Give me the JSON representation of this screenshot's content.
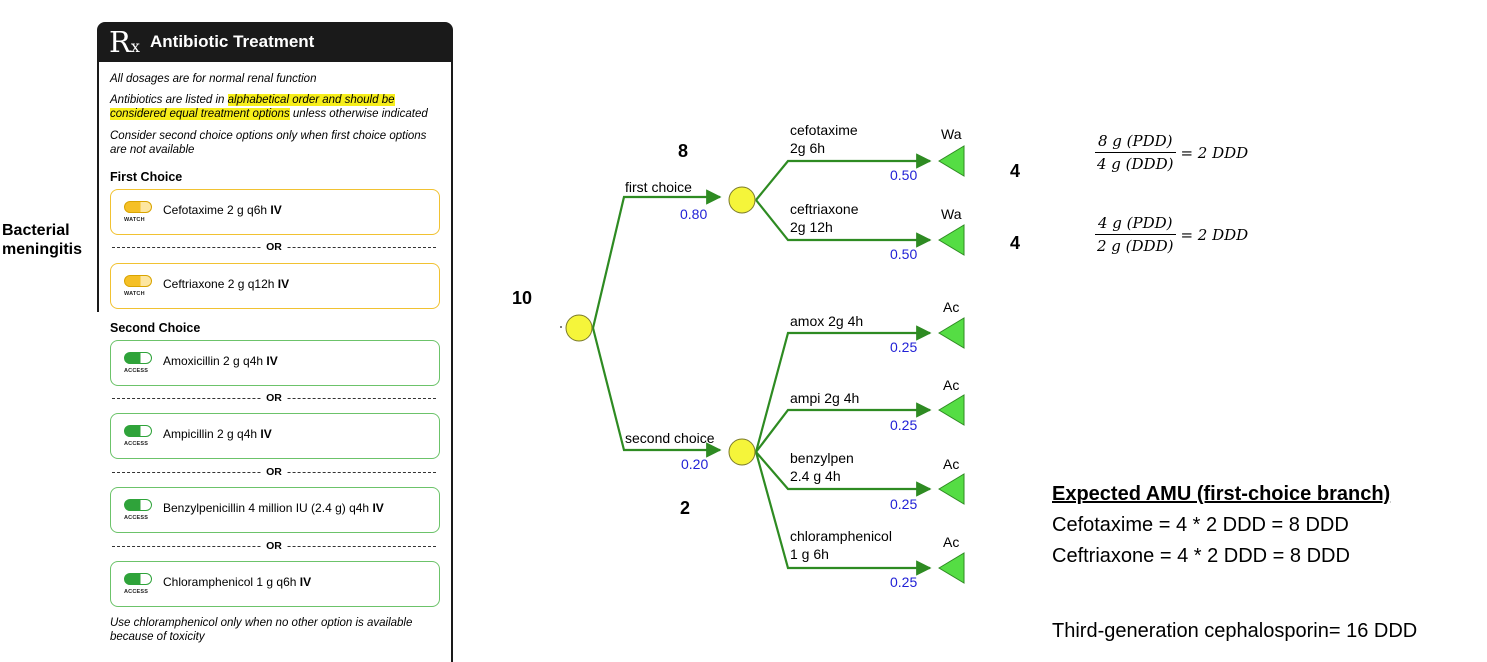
{
  "side_label": "Bacterial meningitis",
  "panel": {
    "rx_symbol": "R",
    "rx_sub": "x",
    "title": "Antibiotic Treatment",
    "note1": "All dosages are for normal renal function",
    "note2_pre": "Antibiotics are listed in ",
    "note2_hl": "alphabetical order and should be considered equal treatment options",
    "note2_post": " unless otherwise indicated",
    "note3": "Consider second choice options only when first choice options are not available",
    "first_choice_title": "First Choice",
    "second_choice_title": "Second Choice",
    "or_label": "OR",
    "watch_tag": "WATCH",
    "access_tag": "ACCESS",
    "iv": "IV",
    "first_choice": [
      {
        "name": "Cefotaxime 2 g q6h ",
        "category": "WATCH"
      },
      {
        "name": "Ceftriaxone 2 g q12h ",
        "category": "WATCH"
      }
    ],
    "second_choice": [
      {
        "name": "Amoxicillin 2 g q4h ",
        "category": "ACCESS"
      },
      {
        "name": "Ampicillin 2 g q4h ",
        "category": "ACCESS"
      },
      {
        "name": "Benzylpenicillin 4 million IU (2.4 g) q4h ",
        "category": "ACCESS"
      },
      {
        "name": "Chloramphenicol 1 g q6h ",
        "category": "ACCESS"
      }
    ],
    "footer_note": "Use chloramphenicol only when no other option is available because of toxicity"
  },
  "tree": {
    "root_count": "10",
    "first_branch": {
      "label": "first choice",
      "prob": "0.80",
      "count": "8"
    },
    "second_branch": {
      "label": "second choice",
      "prob": "0.20",
      "count": "2"
    },
    "first_leaves": [
      {
        "line1": "cefotaxime",
        "line2": "2g 6h",
        "prob": "0.50",
        "terminal": "Wa",
        "count": "4"
      },
      {
        "line1": "ceftriaxone",
        "line2": "2g 12h",
        "prob": "0.50",
        "terminal": "Wa",
        "count": "4"
      }
    ],
    "second_leaves": [
      {
        "line1": "amox 2g 4h",
        "line2": "",
        "prob": "0.25",
        "terminal": "Ac"
      },
      {
        "line1": "ampi 2g 4h",
        "line2": "",
        "prob": "0.25",
        "terminal": "Ac"
      },
      {
        "line1": "benzylpen",
        "line2": "2.4 g 4h",
        "prob": "0.25",
        "terminal": "Ac"
      },
      {
        "line1": "chloramphenicol",
        "line2": "1 g 6h",
        "prob": "0.25",
        "terminal": "Ac"
      }
    ],
    "colors": {
      "line": "#2e8b22",
      "chance_node": "#f5f53a",
      "terminal": "#55dd44",
      "prob_text": "#2121d6"
    }
  },
  "formulas": [
    {
      "numerator": "8 g (PDD)",
      "denominator": "4 g (DDD)",
      "result": "= 2 DDD"
    },
    {
      "numerator": "4 g (PDD)",
      "denominator": "2 g (DDD)",
      "result": "= 2 DDD"
    }
  ],
  "amu": {
    "title": "Expected AMU (first-choice branch)",
    "line1": "Cefotaxime = 4 * 2 DDD = 8 DDD",
    "line2": "Ceftriaxone = 4 * 2 DDD = 8 DDD",
    "total": "Third-generation cephalosporin= 16 DDD"
  }
}
